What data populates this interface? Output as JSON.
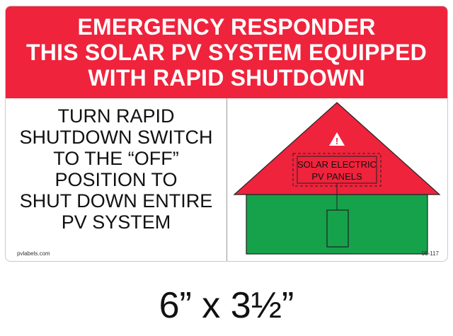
{
  "sign": {
    "header_lines": [
      "EMERGENCY RESPONDER",
      "THIS SOLAR PV SYSTEM EQUIPPED",
      "WITH RAPID SHUTDOWN"
    ],
    "instruction_lines": [
      "TURN RAPID",
      "SHUTDOWN SWITCH",
      "TO THE “OFF”",
      "POSITION TO",
      "SHUT DOWN ENTIRE",
      "PV SYSTEM"
    ],
    "diagram": {
      "warning_symbol": "!",
      "panel_label_lines": [
        "SOLAR ELECTRIC",
        "PV PANELS"
      ],
      "icon": "warning-triangle-icon"
    },
    "website": "pvlabels.com",
    "part_number": "05-117"
  },
  "size_caption": "6” x 3½”",
  "colors": {
    "header_red": "#ef233c",
    "roof_red": "#ef233c",
    "wall_green": "#16a24a",
    "outline": "#222222"
  }
}
